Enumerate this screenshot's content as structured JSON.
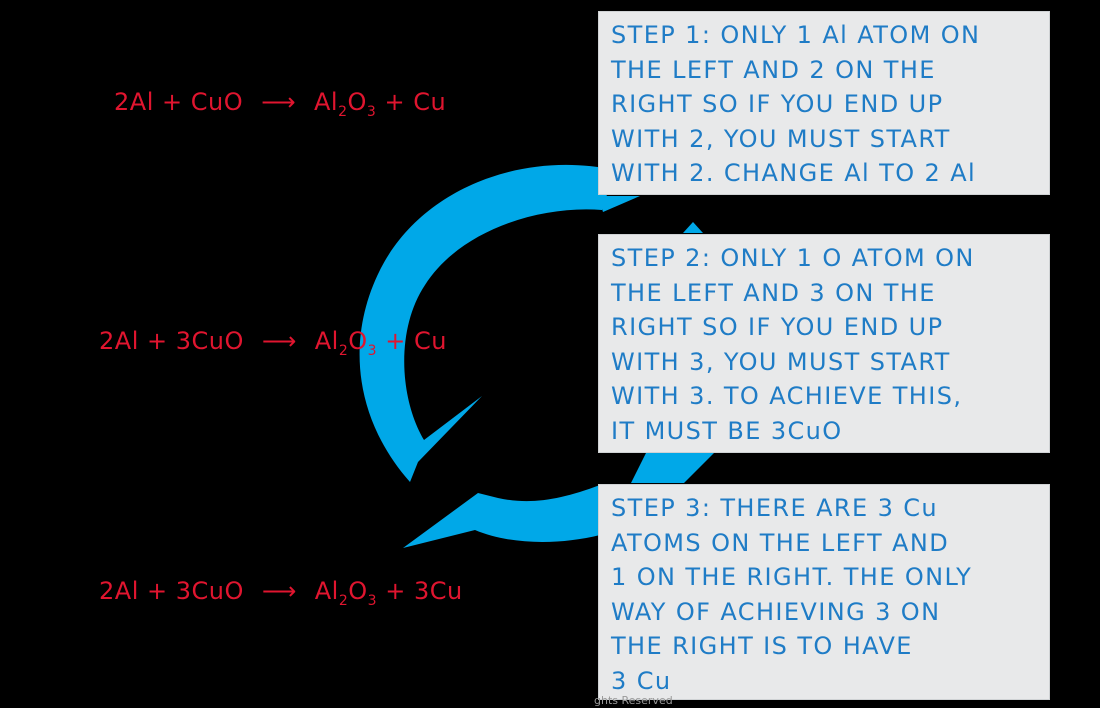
{
  "title": "Balancing equation: aluminium and copper(II) oxide",
  "colors": {
    "background": "#000000",
    "equation_text": "#e0152f",
    "step_text": "#1f7cc6",
    "step_box_bg": "#e8e9ea",
    "cycle_arrow": "#00a8e8"
  },
  "equations": [
    {
      "left": "2Al + CuO",
      "arrow": "⟶",
      "right_a": "Al",
      "sub1": "2",
      "right_b": "O",
      "sub2": "3",
      "right_c": " + Cu"
    },
    {
      "left": "2Al + 3CuO",
      "arrow": "⟶",
      "right_a": "Al",
      "sub1": "2",
      "right_b": "O",
      "sub2": "3",
      "right_c": " + Cu"
    },
    {
      "left": "2Al + 3CuO",
      "arrow": "⟶",
      "right_a": "Al",
      "sub1": "2",
      "right_b": "O",
      "sub2": "3",
      "right_c": " + 3Cu"
    }
  ],
  "steps": [
    {
      "lines": [
        "STEP 1: ONLY 1 Al ATOM ON",
        "THE LEFT AND 2 ON THE",
        "RIGHT SO IF YOU END UP",
        "WITH 2, YOU MUST START",
        "WITH 2. CHANGE Al TO 2 Al"
      ]
    },
    {
      "lines": [
        "STEP 2: ONLY 1 O ATOM ON",
        "THE LEFT AND 3 ON THE",
        "RIGHT SO IF YOU END UP",
        "WITH 3, YOU MUST START",
        "WITH 3. TO ACHIEVE THIS,",
        "IT MUST BE 3CuO"
      ]
    },
    {
      "lines": [
        "STEP 3: THERE ARE 3 Cu",
        "ATOMS ON THE LEFT AND",
        "1 ON THE RIGHT. THE ONLY",
        "WAY OF ACHIEVING 3 ON",
        "THE RIGHT IS TO HAVE",
        "3 Cu"
      ]
    }
  ],
  "watermark": "ghts Reserved"
}
